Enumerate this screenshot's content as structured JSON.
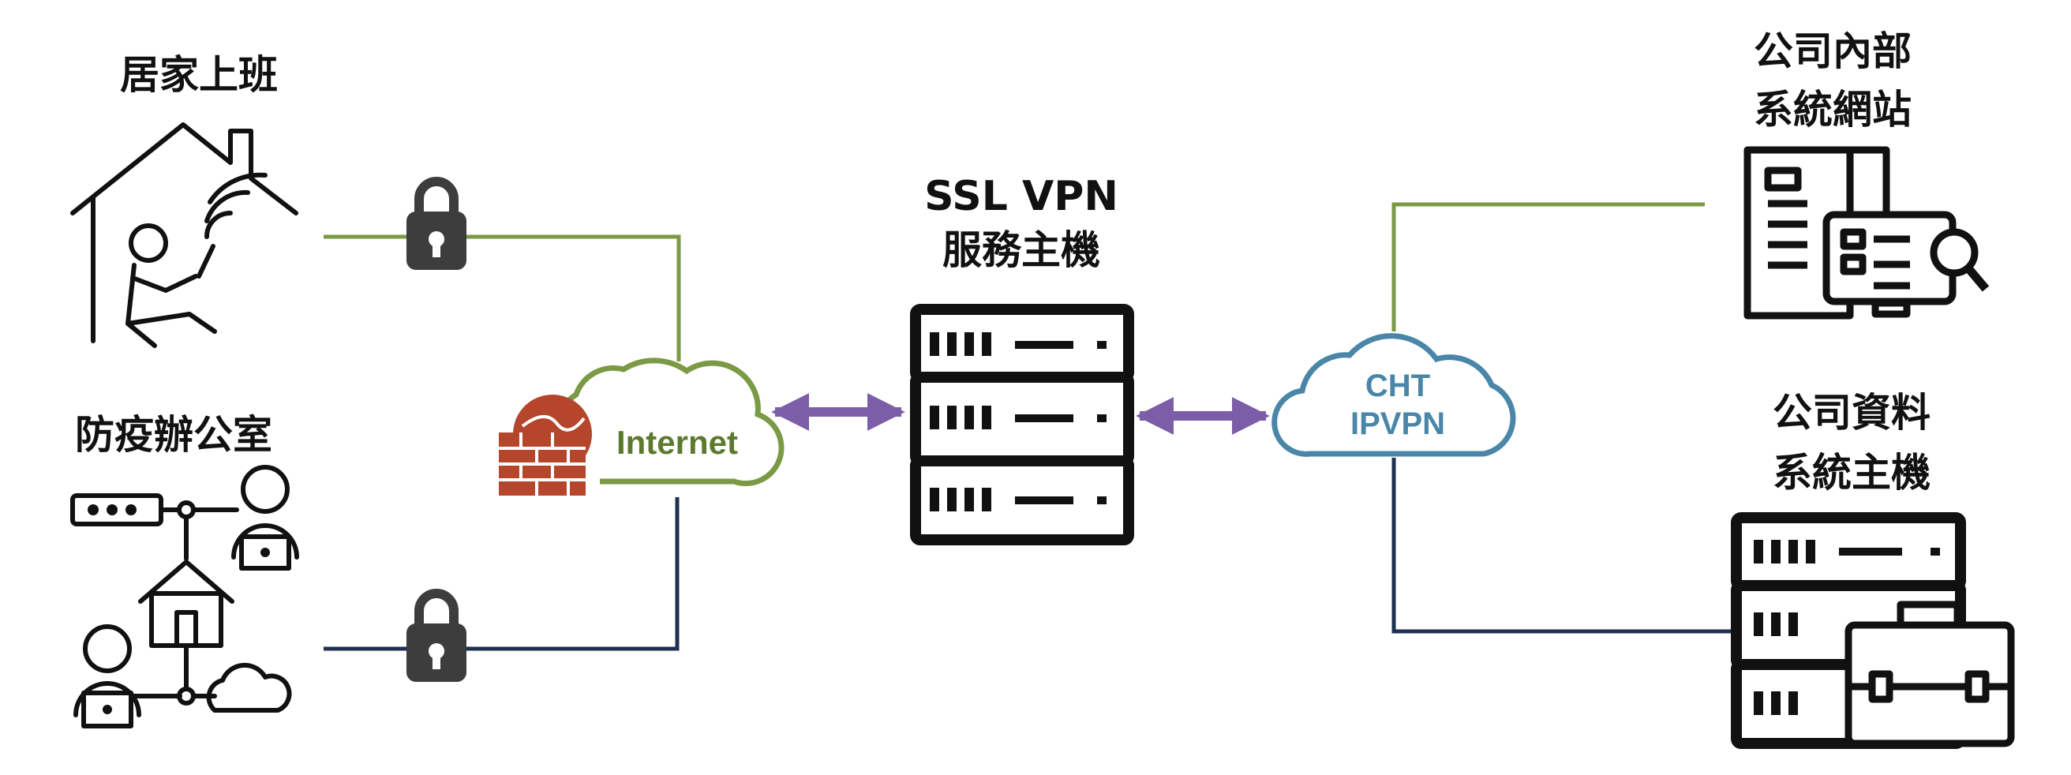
{
  "nodes": {
    "home": {
      "label": "居家上班"
    },
    "office": {
      "label": "防疫辦公室"
    },
    "internet": {
      "label": "Internet"
    },
    "vpn_server": {
      "line1": "SSL VPN",
      "line2": "服務主機"
    },
    "cht": {
      "line1": "CHT",
      "line2": "IPVPN"
    },
    "web": {
      "line1": "公司內部",
      "line2": "系統網站"
    },
    "data": {
      "line1": "公司資料",
      "line2": "系統主機"
    }
  },
  "colors": {
    "green_link": "#7b9a45",
    "navy_link": "#1f3050",
    "purple_arrow": "#7b5ea7",
    "cht_cloud": "#4a86a8",
    "firewall": "#b5462b",
    "lock": "#3d3d3d",
    "icon": "#111111"
  },
  "icons": {
    "lock_top": "padlock-icon",
    "lock_bottom": "padlock-icon",
    "firewall": "firewall-icon",
    "home": "house-worker-icon",
    "office": "network-office-icon",
    "server": "server-rack-icon",
    "web": "website-monitor-icon",
    "data": "server-briefcase-icon"
  }
}
